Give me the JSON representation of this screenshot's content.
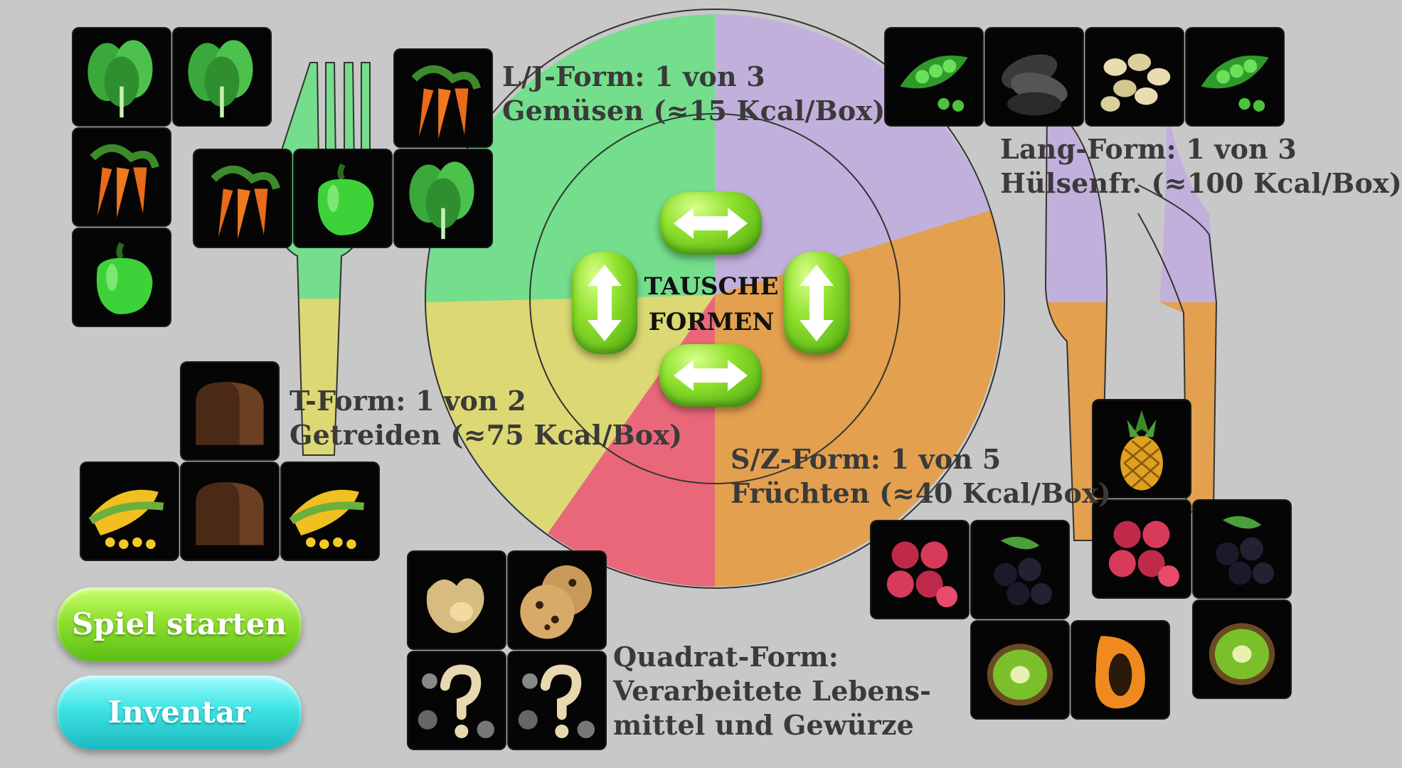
{
  "colors": {
    "background": "#c8c8c8",
    "vegetables": "#74de8c",
    "legumes": "#c2b0dc",
    "fruits": "#e3a04e",
    "processed": "#e8687a",
    "grains": "#dcd874"
  },
  "center": {
    "line1": "TAUSCHE",
    "line2": "FORMEN"
  },
  "labels": {
    "vegetables": {
      "line1": "L/J-Form: 1 von 3",
      "line2": "Gemüsen (≈15 Kcal/Box)"
    },
    "legumes": {
      "line1": "Lang-Form: 1 von 3",
      "line2": "Hülsenfr. (≈100 Kcal/Box)"
    },
    "grains": {
      "line1": "T-Form: 1 von 2",
      "line2": "Getreiden (≈75 Kcal/Box)"
    },
    "fruits": {
      "line1": "S/Z-Form: 1 von 5",
      "line2": "Früchten (≈40 Kcal/Box)"
    },
    "processed": {
      "line1": "Quadrat-Form:",
      "line2": "Verarbeitete Lebens-",
      "line3": "mittel und Gewürze"
    }
  },
  "buttons": {
    "start": "Spiel starten",
    "inventory": "Inventar"
  },
  "icons": {
    "spinach": "spinach-icon",
    "carrot": "carrot-icon",
    "pepper": "green-pepper-icon",
    "peas": "pea-pod-icon",
    "seeds": "sunflower-seeds-icon",
    "beans": "white-beans-icon",
    "bread": "bread-icon",
    "corn": "corn-icon",
    "ginger": "ginger-icon",
    "cookie": "cookie-icon",
    "mystery": "mystery-food-icon",
    "pineapple": "pineapple-icon",
    "lychee": "lychee-icon",
    "blackcurrant": "blackcurrant-icon",
    "kiwi": "kiwi-icon",
    "papaya": "papaya-icon"
  }
}
